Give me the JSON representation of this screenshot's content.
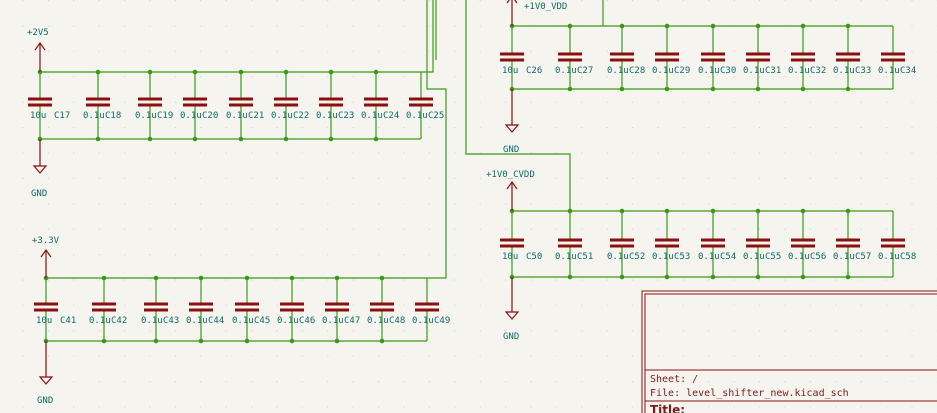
{
  "colors": {
    "background": "#f5f4ef",
    "grid_dot": "#d4d4cc",
    "wire": "#3a9a18",
    "junction": "#3a9a18",
    "component": "#8c0f0f",
    "power_symbol": "#8c0f0f",
    "text": "#0e6a6a",
    "title_block": "#8c0f0f",
    "title_block_text": "#7a1a1a"
  },
  "icons": {
    "capacitor": "capacitor-icon",
    "power_rail": "power-arrow-icon",
    "ground": "ground-icon",
    "junction": "junction-dot-icon"
  },
  "groups": [
    {
      "id": "2v5",
      "rail": "+2V5",
      "ground": "GND",
      "capacitors": [
        {
          "value": "10u",
          "ref": "C17"
        },
        {
          "value": "0.1u",
          "ref": "C18"
        },
        {
          "value": "0.1u",
          "ref": "C19"
        },
        {
          "value": "0.1u",
          "ref": "C20"
        },
        {
          "value": "0.1u",
          "ref": "C21"
        },
        {
          "value": "0.1u",
          "ref": "C22"
        },
        {
          "value": "0.1u",
          "ref": "C23"
        },
        {
          "value": "0.1u",
          "ref": "C24"
        },
        {
          "value": "0.1u",
          "ref": "C25"
        }
      ]
    },
    {
      "id": "3v3",
      "rail": "+3.3V",
      "ground": "GND",
      "capacitors": [
        {
          "value": "10u",
          "ref": "C41"
        },
        {
          "value": "0.1u",
          "ref": "C42"
        },
        {
          "value": "0.1u",
          "ref": "C43"
        },
        {
          "value": "0.1u",
          "ref": "C44"
        },
        {
          "value": "0.1u",
          "ref": "C45"
        },
        {
          "value": "0.1u",
          "ref": "C46"
        },
        {
          "value": "0.1u",
          "ref": "C47"
        },
        {
          "value": "0.1u",
          "ref": "C48"
        },
        {
          "value": "0.1u",
          "ref": "C49"
        }
      ]
    },
    {
      "id": "1v0vdd",
      "rail": "+1V0_VDD",
      "ground": "GND",
      "capacitors": [
        {
          "value": "10u",
          "ref": "C26"
        },
        {
          "value": "0.1u",
          "ref": "C27"
        },
        {
          "value": "0.1u",
          "ref": "C28"
        },
        {
          "value": "0.1u",
          "ref": "C29"
        },
        {
          "value": "0.1u",
          "ref": "C30"
        },
        {
          "value": "0.1u",
          "ref": "C31"
        },
        {
          "value": "0.1u",
          "ref": "C32"
        },
        {
          "value": "0.1u",
          "ref": "C33"
        },
        {
          "value": "0.1u",
          "ref": "C34"
        }
      ]
    },
    {
      "id": "1v0cvdd",
      "rail": "+1V0_CVDD",
      "ground": "GND",
      "capacitors": [
        {
          "value": "10u",
          "ref": "C50"
        },
        {
          "value": "0.1u",
          "ref": "C51"
        },
        {
          "value": "0.1u",
          "ref": "C52"
        },
        {
          "value": "0.1u",
          "ref": "C53"
        },
        {
          "value": "0.1u",
          "ref": "C54"
        },
        {
          "value": "0.1u",
          "ref": "C55"
        },
        {
          "value": "0.1u",
          "ref": "C56"
        },
        {
          "value": "0.1u",
          "ref": "C57"
        },
        {
          "value": "0.1u",
          "ref": "C58"
        }
      ]
    }
  ],
  "title_block": {
    "sheet": "Sheet: /",
    "file": "File: level_shifter_new.kicad_sch",
    "title": "Title:"
  }
}
